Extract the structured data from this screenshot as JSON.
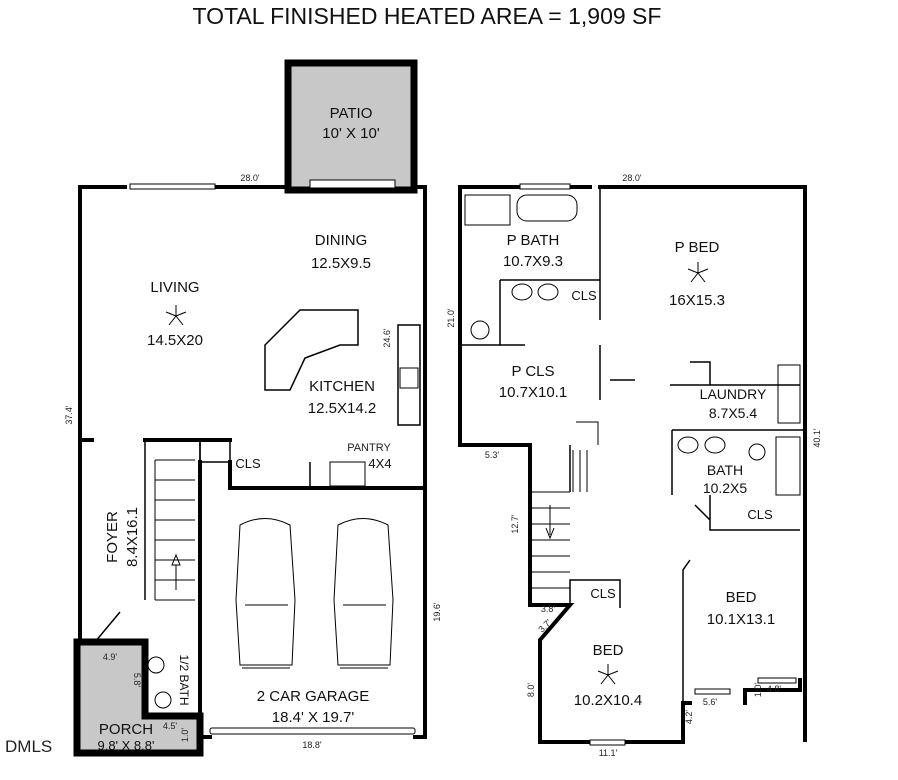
{
  "title": "TOTAL FINISHED HEATED AREA = 1,909 SF",
  "watermark": "DMLS",
  "first_floor": {
    "patio": {
      "name": "PATIO",
      "size": "10' X 10'"
    },
    "top_dim": "28.0'",
    "dining": {
      "name": "DINING",
      "size": "12.5X9.5"
    },
    "living": {
      "name": "LIVING",
      "size": "14.5X20"
    },
    "kitchen": {
      "name": "KITCHEN",
      "size": "12.5X14.2"
    },
    "kitchen_dim": "24.6'",
    "left_dim": "37.4'",
    "cls": "CLS",
    "pantry": {
      "name": "PANTRY",
      "size": "4X4"
    },
    "foyer": {
      "name": "FOYER",
      "size": "8.4X16.1"
    },
    "garage": {
      "name": "2 CAR GARAGE",
      "size": "18.4' X 19.7'"
    },
    "garage_side_dim": "19.6'",
    "garage_bottom_dim": "18.8'",
    "half_bath": "1/2 BATH",
    "porch_dims": [
      "4.9'",
      "5.8'",
      "4.5'",
      "1.0'"
    ],
    "porch": {
      "name": "PORCH",
      "size": "9.8' X 8.8'"
    }
  },
  "second_floor": {
    "top_dim": "28.0'",
    "p_bath": {
      "name": "P BATH",
      "size": "10.7X9.3"
    },
    "p_bed": {
      "name": "P BED",
      "size": "16X15.3"
    },
    "cls_1": "CLS",
    "left_dim": "21.0'",
    "p_cls": {
      "name": "P CLS",
      "size": "10.7X10.1"
    },
    "laundry": {
      "name": "LAUNDRY",
      "size": "8.7X5.4"
    },
    "right_dim": "40.1'",
    "bath": {
      "name": "BATH",
      "size": "10.2X5"
    },
    "dim_5_3": "5.3'",
    "stair_dim": "12.7'",
    "cls_2": "CLS",
    "bed_2": {
      "name": "BED",
      "size": "10.1X13.1"
    },
    "dim_3_8": "3.8'",
    "dim_3_7": "3.7'",
    "cls_3": "CLS",
    "bed_3": {
      "name": "BED",
      "size": "10.2X10.4"
    },
    "dim_8_0": "8.0'",
    "dim_4_2": "4.2'",
    "dim_5_6": "5.6'",
    "dim_1_0": "1.0'",
    "dim_4_8": "4.8'",
    "bottom_dim": "11.1'"
  }
}
